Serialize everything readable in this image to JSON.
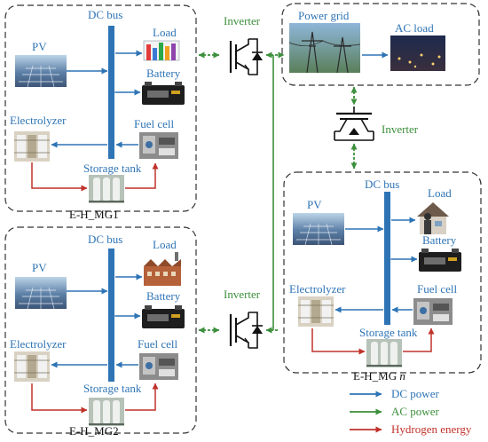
{
  "colors": {
    "dc_power": "#2e74b5",
    "ac_power": "#3c8f3c",
    "hydrogen": "#c0322b",
    "frame": "#333333"
  },
  "microgrids": {
    "mg1": {
      "name": "E-H_MG1",
      "dc_bus": "DC bus",
      "pv": "PV",
      "load": "Load",
      "battery": "Battery",
      "fuel_cell": "Fuel cell",
      "electrolyzer": "Electrolyzer",
      "storage_tank": "Storage tank",
      "inverter": "Inverter"
    },
    "mg2": {
      "name": "E-H_MG2",
      "dc_bus": "DC bus",
      "pv": "PV",
      "load": "Load",
      "battery": "Battery",
      "fuel_cell": "Fuel cell",
      "electrolyzer": "Electrolyzer",
      "storage_tank": "Storage tank",
      "inverter": "Inverter"
    },
    "mgn": {
      "name_prefix": "E-H_MG ",
      "name_suffix": "n",
      "dc_bus": "DC bus",
      "pv": "PV",
      "load": "Load",
      "battery": "Battery",
      "fuel_cell": "Fuel cell",
      "electrolyzer": "Electrolyzer",
      "storage_tank": "Storage tank",
      "inverter": "Inverter"
    }
  },
  "grid": {
    "power_grid": "Power grid",
    "ac_load": "AC load"
  },
  "legend": {
    "dc_power": "DC power",
    "ac_power": "AC power",
    "hydrogen_energy": "Hydrogen energy"
  }
}
